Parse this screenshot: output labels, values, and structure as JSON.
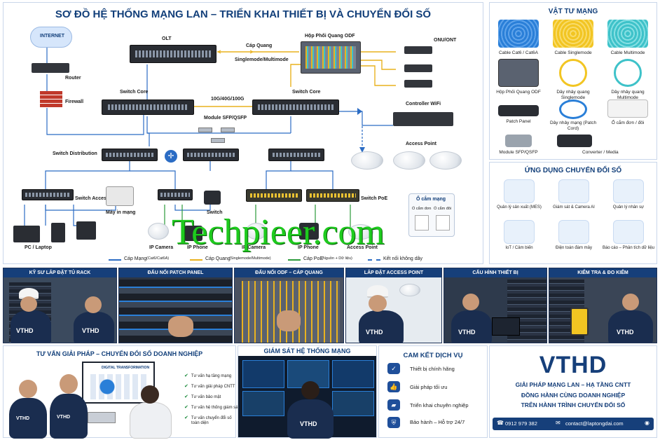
{
  "main": {
    "title": "SƠ ĐỒ HỆ THỐNG MẠNG LAN – TRIỂN KHAI THIẾT BỊ VÀ CHUYỂN ĐỔI SỐ",
    "labels": {
      "internet": "INTERNET",
      "router": "Router",
      "firewall": "Firewall",
      "olt": "OLT",
      "fiber": "Cáp Quang",
      "fiber_mode": "Singlemode/Multimode",
      "odf": "Hộp Phối Quang ODF",
      "onu": "ONU/ONT",
      "switch_core_left": "Switch Core",
      "switch_core_right": "Switch Core",
      "uplink": "10G/40G/100G",
      "module": "Module SFP/QSFP",
      "controller": "Controller WiFi",
      "distribution": "Switch Distribution",
      "access_point_title": "Access Point",
      "switch_access": "Switch Access",
      "printer": "Máy in mạng",
      "switch_small": "Switch",
      "switch_poe": "Switch PoE",
      "outlet_title": "Ổ cắm mạng",
      "outlet_single": "Ổ cắm đơn",
      "outlet_double": "Ổ cắm đôi",
      "pc": "PC / Laptop",
      "ip_camera": "IP Camera",
      "ip_phone": "IP Phone",
      "ip_camera2": "IP Camera",
      "ip_phone2": "IP Phone",
      "access_point": "Access Point"
    },
    "legend": [
      {
        "label": "Cáp Mạng",
        "note": "(Cat6/Cat6A)",
        "color": "#2b6cc4",
        "style": "solid"
      },
      {
        "label": "Cáp Quang",
        "note": "(Singlemode/Multimode)",
        "color": "#e9b21f",
        "style": "solid"
      },
      {
        "label": "Cáp PoE",
        "note": "(Nguồn + Dữ liệu)",
        "color": "#2a9a3a",
        "style": "solid"
      },
      {
        "label": "Kết nối không dây",
        "note": "",
        "color": "#2b6cc4",
        "style": "dashed"
      }
    ]
  },
  "watermark": "Techpieer.com",
  "materials": {
    "title": "VẬT TƯ MẠNG",
    "items": [
      {
        "label": "Cable Cat6 / Cat6A",
        "color": "#2a7fd8",
        "icon": "blue-cable-icon"
      },
      {
        "label": "Cable Singlemode",
        "color": "#f2c522",
        "icon": "yellow-cable-icon"
      },
      {
        "label": "Cable Multimode",
        "color": "#3ec2c9",
        "icon": "aqua-cable-icon"
      },
      {
        "label": "Hộp Phối Quang ODF",
        "color": "#5a6270",
        "icon": "odf-icon"
      },
      {
        "label": "Dây nhảy quang Singlemode",
        "color": "#f2c522",
        "icon": "patch-yellow-icon"
      },
      {
        "label": "Dây nhảy quang Multimode",
        "color": "#3ec2c9",
        "icon": "patch-aqua-icon"
      },
      {
        "label": "Patch Panel",
        "color": "#2a2d33",
        "icon": "patch-panel-icon"
      },
      {
        "label": "Dây nhảy mạng (Patch Cord)",
        "color": "#2a7fd8",
        "icon": "patch-cord-icon"
      },
      {
        "label": "Ổ cắm đơn / đôi",
        "color": "#e7e7e7",
        "icon": "outlet-icon"
      },
      {
        "label": "Module SFP/QSFP",
        "color": "#9aa3ad",
        "icon": "sfp-icon"
      },
      {
        "label": "Converter / Media",
        "color": "#2a2d33",
        "icon": "converter-icon"
      }
    ]
  },
  "apps": {
    "title": "ỨNG DỤNG CHUYỂN ĐỔI SỐ",
    "items": [
      {
        "label": "Quản lý sản xuất (MES)",
        "icon": "mes-icon"
      },
      {
        "label": "Giám sát & Camera AI",
        "icon": "camera-ai-icon"
      },
      {
        "label": "Quản lý nhân sự",
        "icon": "hr-icon"
      },
      {
        "label": "IoT / Cảm biến",
        "icon": "iot-icon"
      },
      {
        "label": "Điện toán đám mây",
        "icon": "cloud-icon"
      },
      {
        "label": "Báo cáo – Phân tích dữ liệu",
        "icon": "report-icon"
      }
    ]
  },
  "photos": [
    {
      "title": "KỸ SƯ LẮP ĐẶT TỦ RACK"
    },
    {
      "title": "ĐẤU NỐI PATCH PANEL"
    },
    {
      "title": "ĐẤU NỐI ODF – CÁP QUANG"
    },
    {
      "title": "LẮP ĐẶT ACCESS POINT"
    },
    {
      "title": "CẤU HÌNH THIẾT BỊ"
    },
    {
      "title": "KIỂM TRA & ĐO KIỂM"
    }
  ],
  "shirt_text": "VTHD",
  "consult": {
    "title": "TƯ VẤN GIẢI PHÁP – CHUYỂN ĐỔI SỐ DOANH NGHIỆP",
    "screen_title": "DIGITAL TRANSFORMATION",
    "checks": [
      "Tư vấn hạ tầng mạng",
      "Tư vấn giải pháp CNTT",
      "Tư vấn bảo mật",
      "Tư vấn hệ thống giám sát",
      "Tư vấn chuyển đổi số",
      "toàn diện"
    ]
  },
  "monitor": {
    "title": "GIÁM SÁT HỆ THỐNG MẠNG"
  },
  "commit": {
    "title": "CAM KẾT DỊCH VỤ",
    "items": [
      "Thiết bị chính hãng",
      "Giải pháp tối ưu",
      "Triển khai chuyên nghiệp",
      "Bảo hành – Hỗ trợ 24/7"
    ]
  },
  "brand": {
    "name": "VTHD",
    "line1": "GIẢI PHÁP MẠNG LAN – HẠ TẦNG CNTT",
    "line2": "ĐỒNG HÀNH CÙNG DOANH NGHIỆP",
    "line3": "TRÊN HÀNH TRÌNH CHUYỂN ĐỔI SỐ",
    "phone": "0912 979 382",
    "email": "contact@laptongdai.com",
    "accent": "#163f7a"
  }
}
